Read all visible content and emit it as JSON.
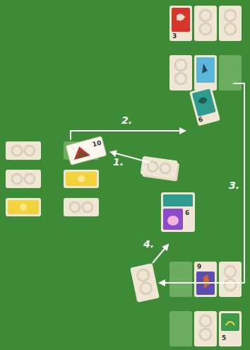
{
  "diagram": {
    "labels": [
      "1.",
      "2.",
      "3.",
      "4.",
      "3",
      "6",
      "10",
      "6",
      "9",
      "5"
    ]
  }
}
